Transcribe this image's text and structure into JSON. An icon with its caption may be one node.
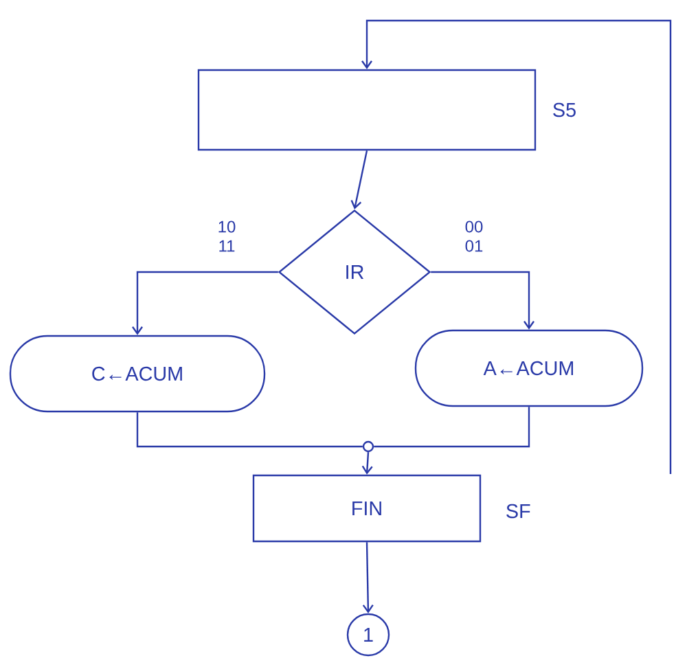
{
  "diagram": {
    "nodes": [
      {
        "text": [],
        "shape": "box",
        "beside": [
          "S5"
        ]
      },
      {
        "text": [
          "IR"
        ]
      },
      {
        "text": [
          "C←ACUM"
        ]
      },
      {
        "text": [
          "A←ACUM"
        ]
      },
      {
        "text": [],
        "shape": "circle"
      },
      {
        "text": [
          "FIN"
        ],
        "beside": [
          "SF"
        ]
      },
      {
        "text": [
          "1"
        ]
      }
    ],
    "edges": [
      {
        "from": null,
        "to": 0,
        "arrow": "to"
      },
      {
        "from": 0,
        "to": 1,
        "arrow": "to"
      },
      {
        "from": 1,
        "to": 2,
        "arrow": "to",
        "label": "10 11"
      },
      {
        "from": 1,
        "to": 3,
        "arrow": "to",
        "label": "00 01"
      },
      {
        "from": 2,
        "to": 4,
        "arrow": "none"
      },
      {
        "from": 3,
        "to": 4,
        "arrow": "none"
      },
      {
        "from": 4,
        "to": 5,
        "arrow": "to"
      },
      {
        "from": 5,
        "to": 6,
        "arrow": "to"
      }
    ]
  }
}
